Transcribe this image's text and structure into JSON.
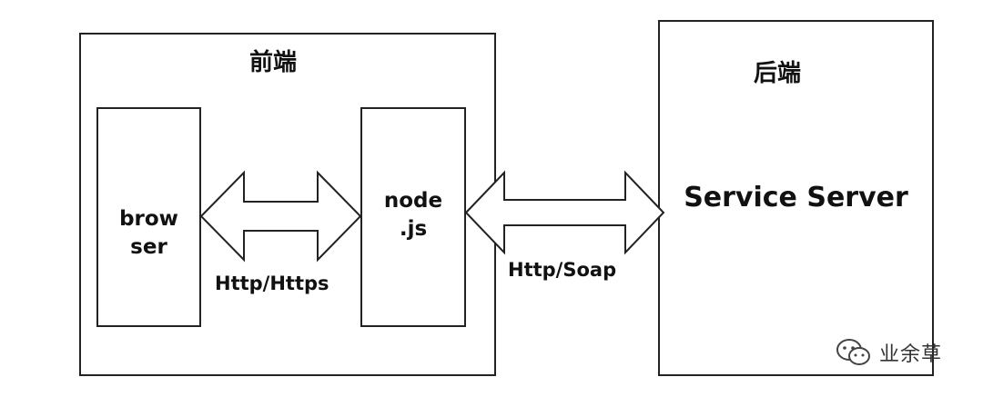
{
  "frontend": {
    "title": "前端",
    "browser_lines": [
      "brow",
      "ser"
    ],
    "node_lines": [
      "node",
      ".js"
    ]
  },
  "backend": {
    "title": "后端",
    "service": "Service Server"
  },
  "connections": {
    "browser_node": "Http/Https",
    "node_service": "Http/Soap"
  },
  "watermark": {
    "text": "业余草",
    "icon": "wechat-icon"
  },
  "colors": {
    "stroke": "#222222",
    "text": "#111111"
  }
}
